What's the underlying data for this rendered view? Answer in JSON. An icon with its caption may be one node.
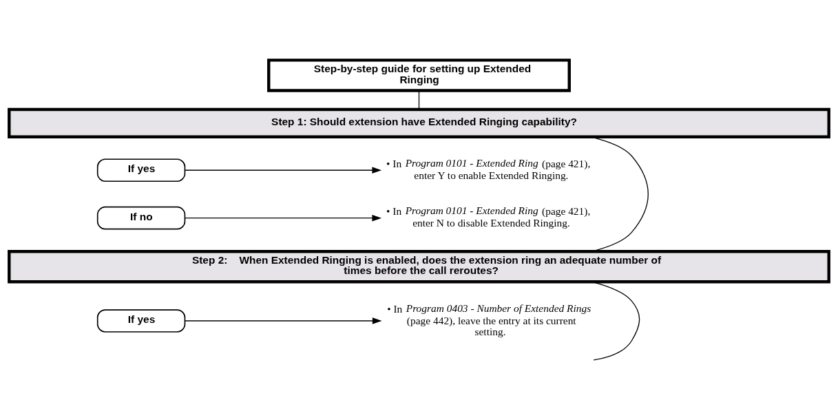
{
  "diagram": {
    "nodes": [
      {
        "text": [
          "Step-by-step guide for setting up Extended Ringing"
        ]
      },
      {
        "text": [
          "Step 1: Should extension have Extended Ringing capability?"
        ]
      },
      {
        "text": [
          "If yes"
        ]
      },
      {
        "text": [
          "• In *Program 0101 - Extended Ring* (page 421), enter Y to enable Extended Ringing."
        ]
      },
      {
        "text": [
          "If no"
        ]
      },
      {
        "text": [
          "• In *Program 0101 - Extended Ring* (page 421), enter N to disable Extended Ringing."
        ]
      },
      {
        "text": [
          "Step 2:    When Extended Ringing is enabled, does the extension ring an adequate number of times before the call reroutes?"
        ]
      },
      {
        "text": [
          "If yes"
        ]
      },
      {
        "text": [
          "• In *Program 0403 - Number of Extended Rings* (page 442), leave the entry at its current setting."
        ]
      }
    ],
    "edges": [
      {
        "from": 0,
        "to": 1,
        "arrow": "none"
      },
      {
        "from": 1,
        "to": 6,
        "arrow": "none"
      },
      {
        "from": 6,
        "to": null,
        "arrow": "none"
      },
      {
        "from": 2,
        "to": 3,
        "arrow": "to"
      },
      {
        "from": 4,
        "to": 5,
        "arrow": "to"
      },
      {
        "from": 7,
        "to": 8,
        "arrow": "to"
      }
    ]
  }
}
